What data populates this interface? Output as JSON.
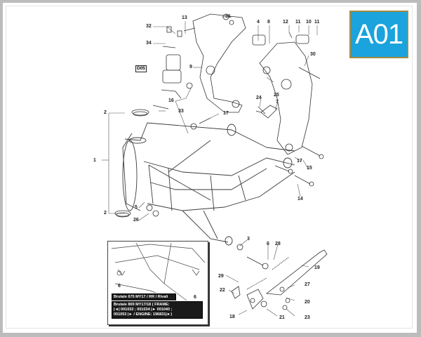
{
  "badge": {
    "label": "A01",
    "bg_color": "#1aa3dd",
    "border_color": "#a78a3c"
  },
  "reference_box": {
    "label": "D05"
  },
  "callouts": [
    {
      "id": "c13",
      "label": "13"
    },
    {
      "id": "c31",
      "label": "31"
    },
    {
      "id": "c4",
      "label": "4"
    },
    {
      "id": "c8",
      "label": "8"
    },
    {
      "id": "c12",
      "label": "12"
    },
    {
      "id": "c11a",
      "label": "11"
    },
    {
      "id": "c10",
      "label": "10"
    },
    {
      "id": "c11b",
      "label": "11"
    },
    {
      "id": "c32",
      "label": "32"
    },
    {
      "id": "c34",
      "label": "34"
    },
    {
      "id": "c9",
      "label": "9"
    },
    {
      "id": "c30",
      "label": "30"
    },
    {
      "id": "c25",
      "label": "25"
    },
    {
      "id": "c24",
      "label": "24"
    },
    {
      "id": "c7",
      "label": "7"
    },
    {
      "id": "c16",
      "label": "16"
    },
    {
      "id": "c33",
      "label": "33"
    },
    {
      "id": "c17a",
      "label": "17"
    },
    {
      "id": "c2a",
      "label": "2"
    },
    {
      "id": "c1",
      "label": "1"
    },
    {
      "id": "c17b",
      "label": "17"
    },
    {
      "id": "c15",
      "label": "15"
    },
    {
      "id": "c14",
      "label": "14"
    },
    {
      "id": "c2b",
      "label": "2"
    },
    {
      "id": "c5",
      "label": "5"
    },
    {
      "id": "c26",
      "label": "26"
    },
    {
      "id": "c3",
      "label": "3"
    },
    {
      "id": "c6a",
      "label": "6"
    },
    {
      "id": "c28",
      "label": "28"
    },
    {
      "id": "c19",
      "label": "19"
    },
    {
      "id": "c29",
      "label": "29"
    },
    {
      "id": "c27",
      "label": "27"
    },
    {
      "id": "c22",
      "label": "22"
    },
    {
      "id": "c20",
      "label": "20"
    },
    {
      "id": "c18",
      "label": "18"
    },
    {
      "id": "c21",
      "label": "21"
    },
    {
      "id": "c23",
      "label": "23"
    },
    {
      "id": "c6b",
      "label": "6"
    },
    {
      "id": "c6c",
      "label": "6"
    }
  ],
  "inset": {
    "note_a": "Brutale 675 MY17 / RR / Rivali",
    "note_b_line1": "Brutale 800 MY17/18 ( FRAME:",
    "note_b_line2": "|◄| 001032 ; 001034 |► 001040 ;",
    "note_b_line3": "001053 |► / ENGINE: 196831|►)"
  }
}
